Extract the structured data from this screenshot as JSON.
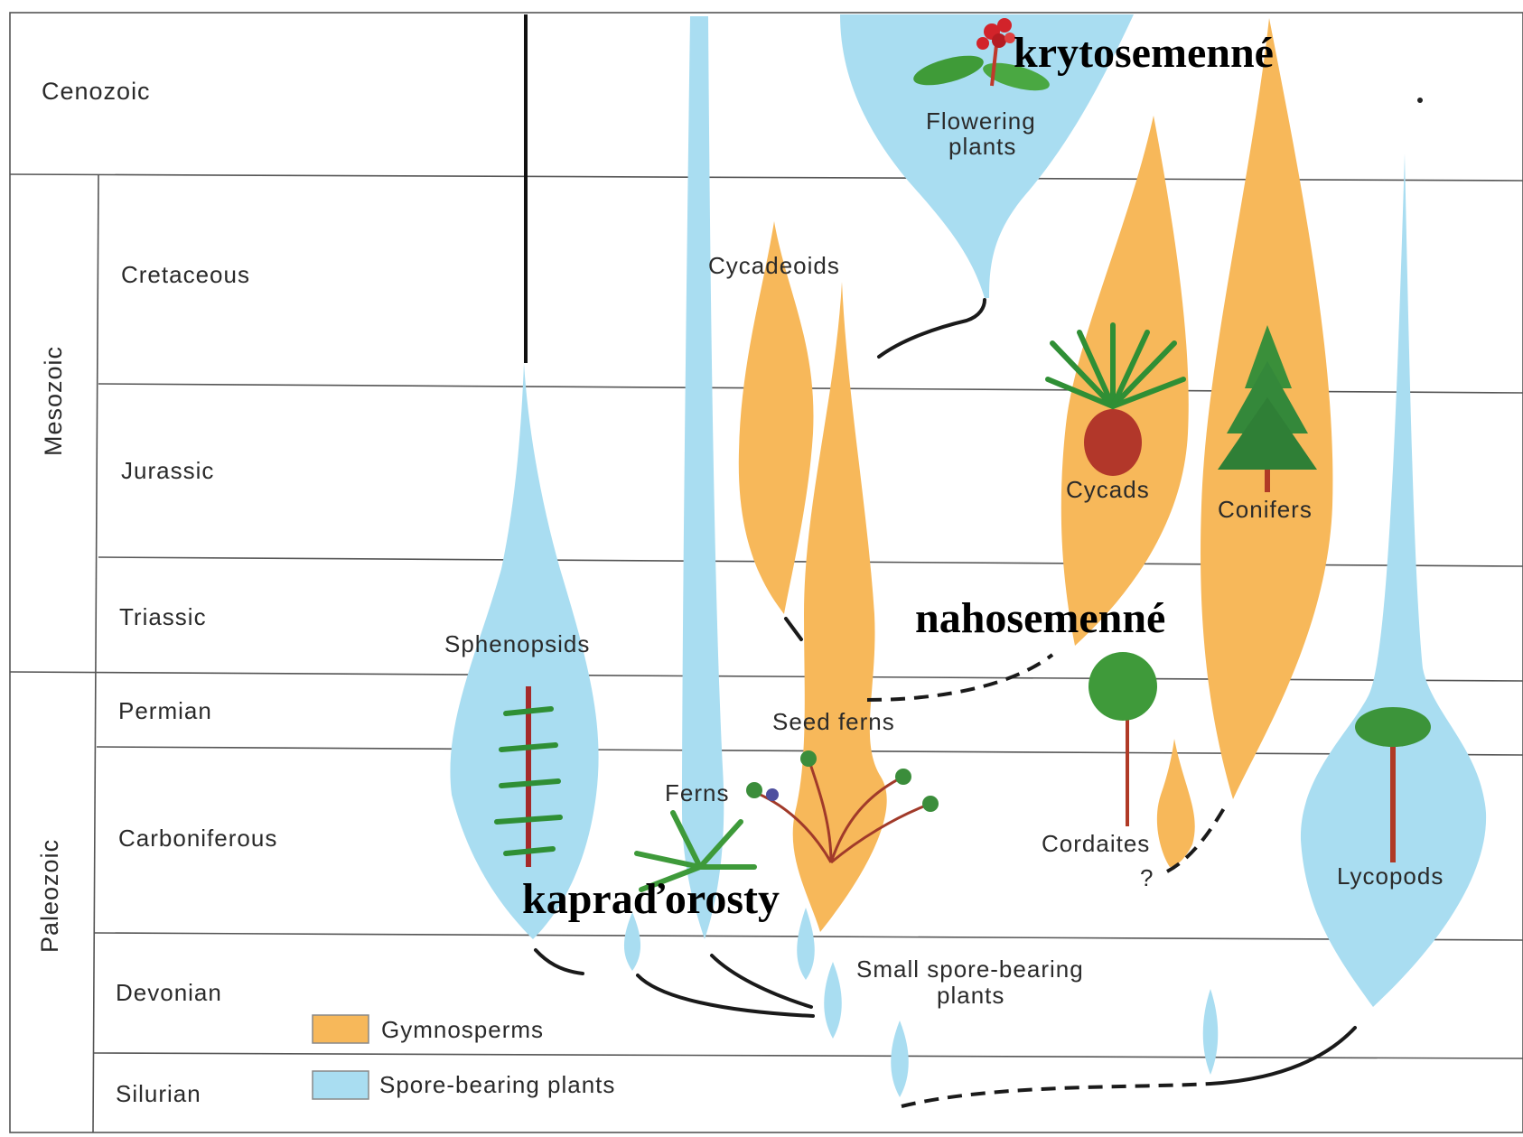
{
  "colors": {
    "gymnosperm": "#F7B85A",
    "spore": "#A9DDF1",
    "grid": "#555555"
  },
  "eras": {
    "cenozoic": "Cenozoic",
    "mesozoic": "Mesozoic",
    "paleozoic": "Paleozoic"
  },
  "periods": {
    "cretaceous": "Cretaceous",
    "jurassic": "Jurassic",
    "triassic": "Triassic",
    "permian": "Permian",
    "carboniferous": "Carboniferous",
    "devonian": "Devonian",
    "silurian": "Silurian"
  },
  "groups": {
    "flowering_1": "Flowering",
    "flowering_2": "plants",
    "cycadeoids": "Cycadeoids",
    "cycads": "Cycads",
    "conifers": "Conifers",
    "sphenopsids": "Sphenopsids",
    "seed_ferns": "Seed ferns",
    "ferns": "Ferns",
    "cordaites": "Cordaites",
    "question": "?",
    "lycopods": "Lycopods",
    "small_spore_1": "Small spore-bearing",
    "small_spore_2": "plants"
  },
  "overlay": {
    "krytosemenne": "krytosemenné",
    "nahosemenne": "nahosemenné",
    "kapradorosty": "kapraďorosty"
  },
  "legend": {
    "gymnosperms": "Gymnosperms",
    "spore_bearing": "Spore-bearing plants"
  }
}
